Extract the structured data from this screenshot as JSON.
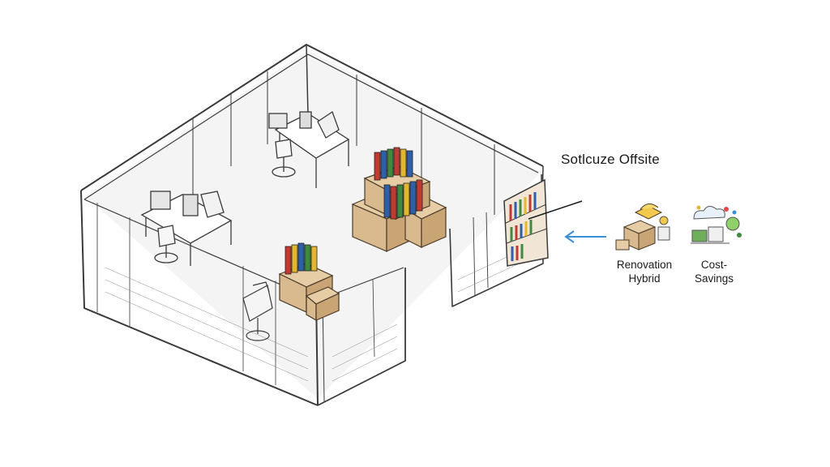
{
  "headline": "Sotlcuze Offsite",
  "options": [
    {
      "line1": "Renovation",
      "line2": "Hybrid",
      "icon": "boxes-and-folders-icon"
    },
    {
      "line1": "Cost-",
      "line2": "Savings",
      "icon": "cloud-and-savings-icon"
    }
  ],
  "colors": {
    "sketch_line": "#3a3a3a",
    "arrow": "#3b8fd8",
    "cardboard": "#d9b98e",
    "binder_red": "#c23a2f",
    "binder_blue": "#2f5fa8",
    "binder_green": "#3f8a3f",
    "binder_yellow": "#e2b72f"
  }
}
